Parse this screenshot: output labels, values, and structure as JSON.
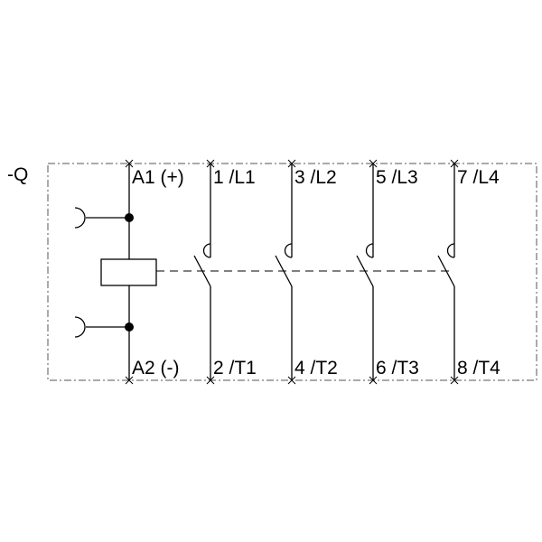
{
  "device_label": "-Q",
  "coil": {
    "top_terminal": "A1 (+)",
    "bottom_terminal": "A2 (-)"
  },
  "contacts": [
    {
      "top": "1 /L1",
      "bottom": "2 /T1"
    },
    {
      "top": "3 /L2",
      "bottom": "4 /T2"
    },
    {
      "top": "5 /L3",
      "bottom": "6 /T3"
    },
    {
      "top": "7 /L4",
      "bottom": "8 /T4"
    }
  ],
  "colors": {
    "line": "#000000",
    "border": "#555555"
  }
}
